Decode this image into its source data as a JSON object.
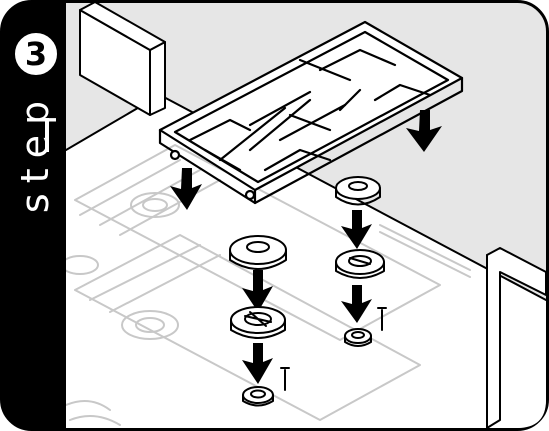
{
  "step": {
    "number": "3",
    "label": "step"
  },
  "colors": {
    "background": "#e6e6e6",
    "line": "#000000",
    "faded_line": "#c8c8c8",
    "panel": "#ffffff",
    "sidebar": "#000000"
  },
  "illustration": {
    "subject": "gas-hob-assembly",
    "icons": [
      "pan-support-grid-icon",
      "burner-cap-icon",
      "burner-crown-icon",
      "burner-base-icon",
      "arrow-down-icon"
    ]
  }
}
